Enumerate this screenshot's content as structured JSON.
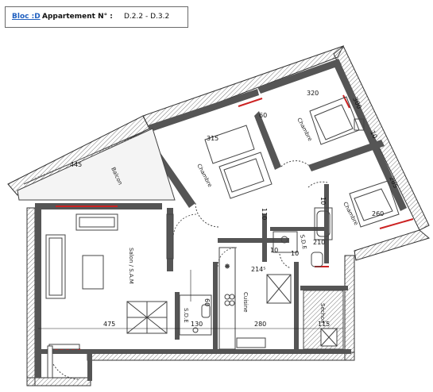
{
  "header": {
    "bloc": "Bloc :D",
    "appartement_label": "Appartement N° :",
    "appartement_ref": "D.2.2 - D.3.2"
  },
  "rooms": {
    "balcon": "Balcon",
    "salon": "Salon / S.A.M",
    "chambre_1": "Chambre",
    "chambre_2": "Chambre",
    "chambre_3": "Chambre",
    "cuisine": "Cuisine",
    "sde_1": "S.D.E",
    "sde_2": "S.D.E",
    "sechoir": "Séchoir"
  },
  "dimensions": {
    "d445": "445",
    "d475": "475",
    "d130": "130",
    "d280": "280",
    "d115": "115",
    "d315": "315",
    "d320": "320",
    "d60": "60",
    "d300": "300",
    "d10a": "10",
    "d285": "285",
    "d260": "260",
    "d110": "110",
    "d10b": "10",
    "d210": "210",
    "d10c": "10",
    "d10d": "10",
    "d214": "214⁵",
    "d60b": "60"
  }
}
